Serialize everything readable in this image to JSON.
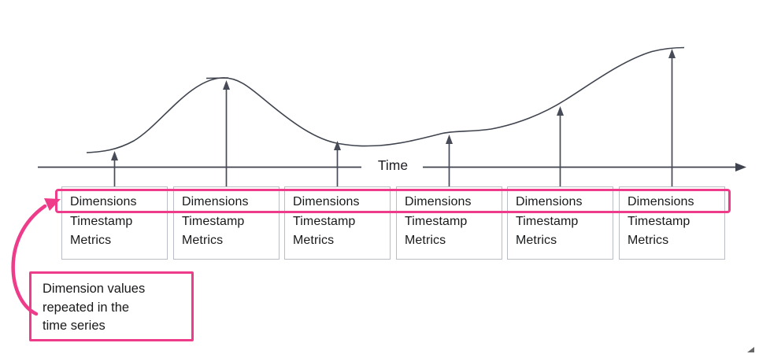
{
  "diagram": {
    "title_hint": "time-series-records-diagram",
    "time_axis_label": "Time",
    "records": [
      {
        "dimensions": "Dimensions",
        "timestamp": "Timestamp",
        "metrics": "Metrics"
      },
      {
        "dimensions": "Dimensions",
        "timestamp": "Timestamp",
        "metrics": "Metrics"
      },
      {
        "dimensions": "Dimensions",
        "timestamp": "Timestamp",
        "metrics": "Metrics"
      },
      {
        "dimensions": "Dimensions",
        "timestamp": "Timestamp",
        "metrics": "Metrics"
      },
      {
        "dimensions": "Dimensions",
        "timestamp": "Timestamp",
        "metrics": "Metrics"
      },
      {
        "dimensions": "Dimensions",
        "timestamp": "Timestamp",
        "metrics": "Metrics"
      }
    ],
    "annotation": {
      "lines": {
        "0": "Dimension values",
        "1": "repeated in the",
        "2": "time series"
      }
    },
    "colors": {
      "accent_pink": "#ee3c8a",
      "line_dark": "#3f434e",
      "box_border": "#b9bdc6",
      "text": "#18191b"
    }
  }
}
